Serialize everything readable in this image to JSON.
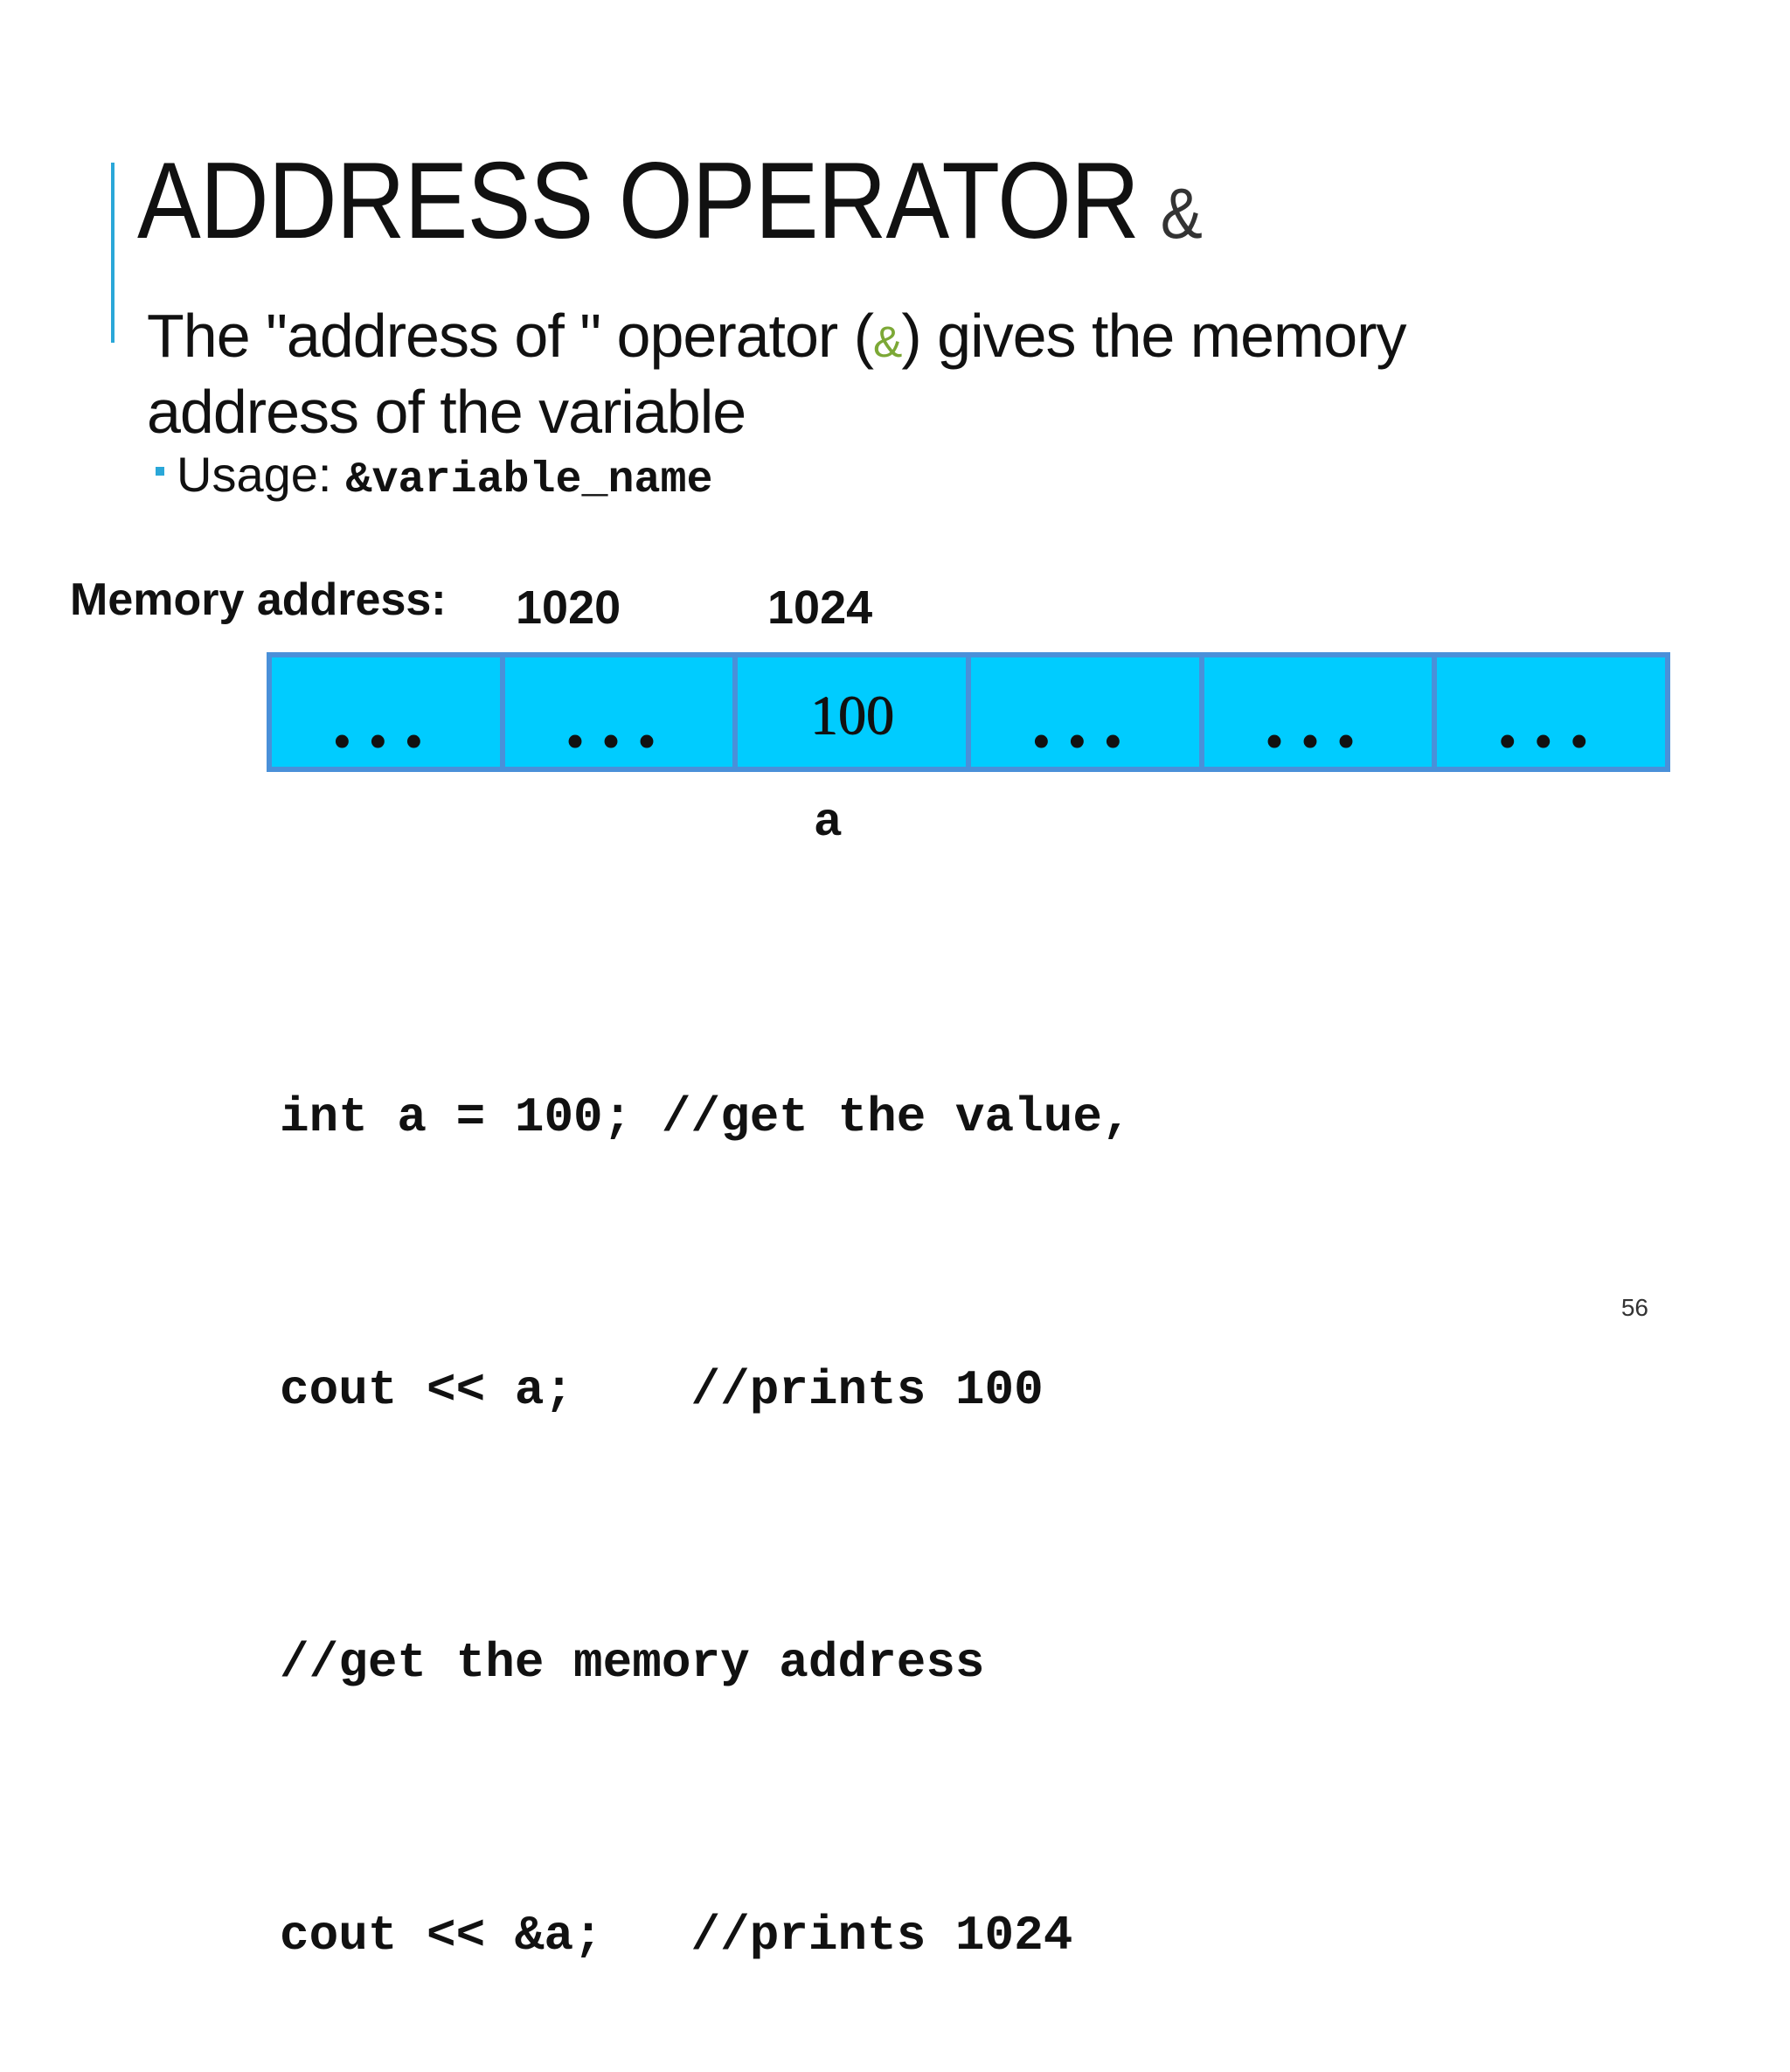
{
  "slide": {
    "title_main": "ADDRESS OPERATOR",
    "title_symbol": "&",
    "body_part1": "The \"address of \" operator (",
    "body_amp": "&",
    "body_part2": ") gives the memory address of the variable",
    "usage_label": "Usage:",
    "usage_code": "&variable_name",
    "page_number": "56"
  },
  "memory": {
    "label": "Memory address:",
    "addresses": [
      "1020",
      "1024"
    ],
    "cells": [
      {
        "text": "...",
        "kind": "dots"
      },
      {
        "text": "...",
        "kind": "dots"
      },
      {
        "text": "100",
        "kind": "value"
      },
      {
        "text": "...",
        "kind": "dots"
      },
      {
        "text": "...",
        "kind": "dots"
      },
      {
        "text": "...",
        "kind": "dots"
      }
    ],
    "variable_label": "a",
    "cell_color": "#00ccff",
    "border_color": "#4a90d9"
  },
  "code": {
    "lines": [
      "int a = 100; //get the value,",
      "cout << a;    //prints 100",
      "//get the memory address",
      "cout << &a;   //prints 1024"
    ]
  },
  "colors": {
    "accent": "#2aa7d8",
    "amp_green": "#7ca836"
  }
}
